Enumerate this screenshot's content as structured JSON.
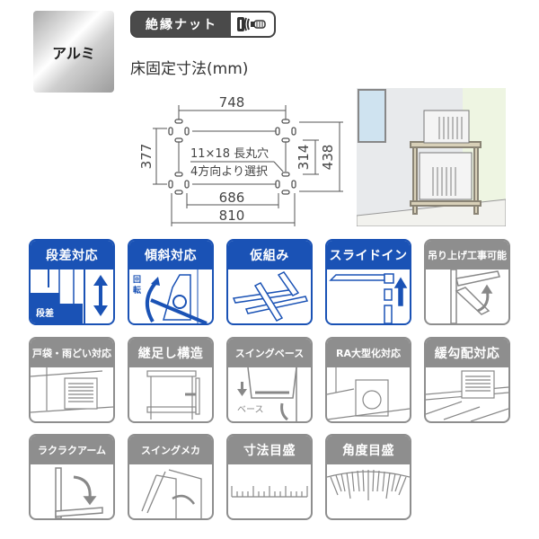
{
  "material_badge": {
    "label": "アルミ"
  },
  "nut_badge": {
    "label": "絶縁ナット",
    "icon": "insulated-nut-icon"
  },
  "dimension_section": {
    "title": "床固定寸法(mm)",
    "dimensions": {
      "top_width": "748",
      "bottom_inner_width": "686",
      "bottom_outer_width": "810",
      "left_height": "377",
      "right_inner_height": "314",
      "right_outer_height": "438"
    },
    "hole_note_line1": "11×18 長丸穴",
    "hole_note_line2": "4方向より選択"
  },
  "product_illustration": {
    "description": "two-tier AC outdoor unit stand next to window"
  },
  "feature_tiles": [
    {
      "label": "段差対応",
      "active": true,
      "sublabel": "段差",
      "color": "#1a52b5"
    },
    {
      "label": "傾斜対応",
      "active": true,
      "sublabel": "回転",
      "color": "#1a52b5"
    },
    {
      "label": "仮組み",
      "active": true,
      "color": "#1a52b5"
    },
    {
      "label": "スライドイン",
      "active": true,
      "color": "#1a52b5"
    },
    {
      "label": "吊り上げ工事可能",
      "active": false,
      "color": "#8e8e8e"
    },
    {
      "label": "戸袋・雨どい対応",
      "active": false,
      "color": "#8e8e8e"
    },
    {
      "label": "継足し構造",
      "active": false,
      "color": "#8e8e8e"
    },
    {
      "label": "スイングベース",
      "active": false,
      "sublabel": "ベース",
      "color": "#8e8e8e"
    },
    {
      "label": "RA大型化対応",
      "active": false,
      "color": "#8e8e8e"
    },
    {
      "label": "緩勾配対応",
      "active": false,
      "color": "#8e8e8e"
    },
    {
      "label": "ラクラクアーム",
      "active": false,
      "color": "#8e8e8e"
    },
    {
      "label": "スイングメカ",
      "active": false,
      "color": "#8e8e8e"
    },
    {
      "label": "寸法目盛",
      "active": false,
      "color": "#8e8e8e"
    },
    {
      "label": "角度目盛",
      "active": false,
      "color": "#8e8e8e"
    }
  ]
}
